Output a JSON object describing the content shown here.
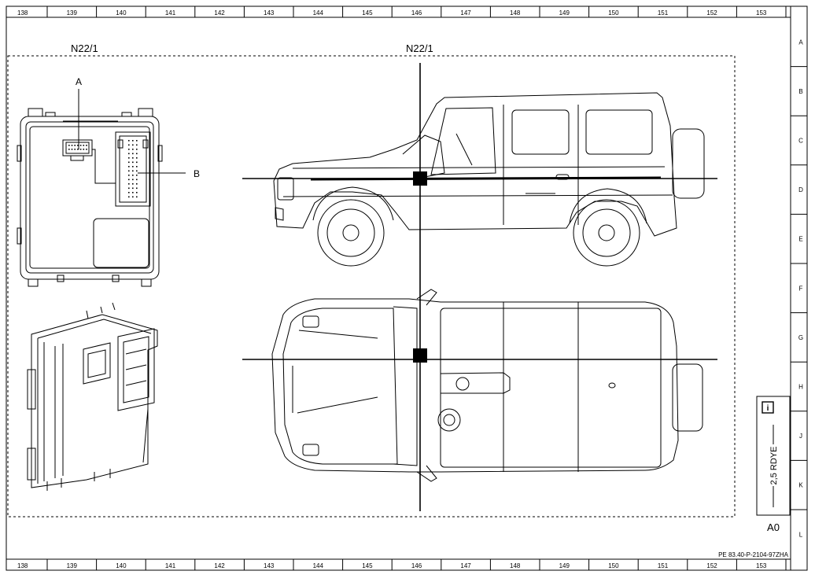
{
  "sheet": {
    "column_labels": [
      "138",
      "139",
      "140",
      "141",
      "142",
      "143",
      "144",
      "145",
      "146",
      "147",
      "148",
      "149",
      "150",
      "151",
      "152",
      "153"
    ],
    "row_labels": [
      "A",
      "B",
      "C",
      "D",
      "E",
      "F",
      "G",
      "H",
      "J",
      "K",
      "L"
    ],
    "document_id": "PE 83.40-P-2104-97ZHA"
  },
  "diagram": {
    "module_label": "N22/1",
    "location_label": "N22/1",
    "connector_a": "A",
    "connector_b": "B"
  },
  "legend": {
    "info_icon": "info-icon",
    "wire_spec": "2,5 RDYE",
    "sheet_code": "A0"
  }
}
